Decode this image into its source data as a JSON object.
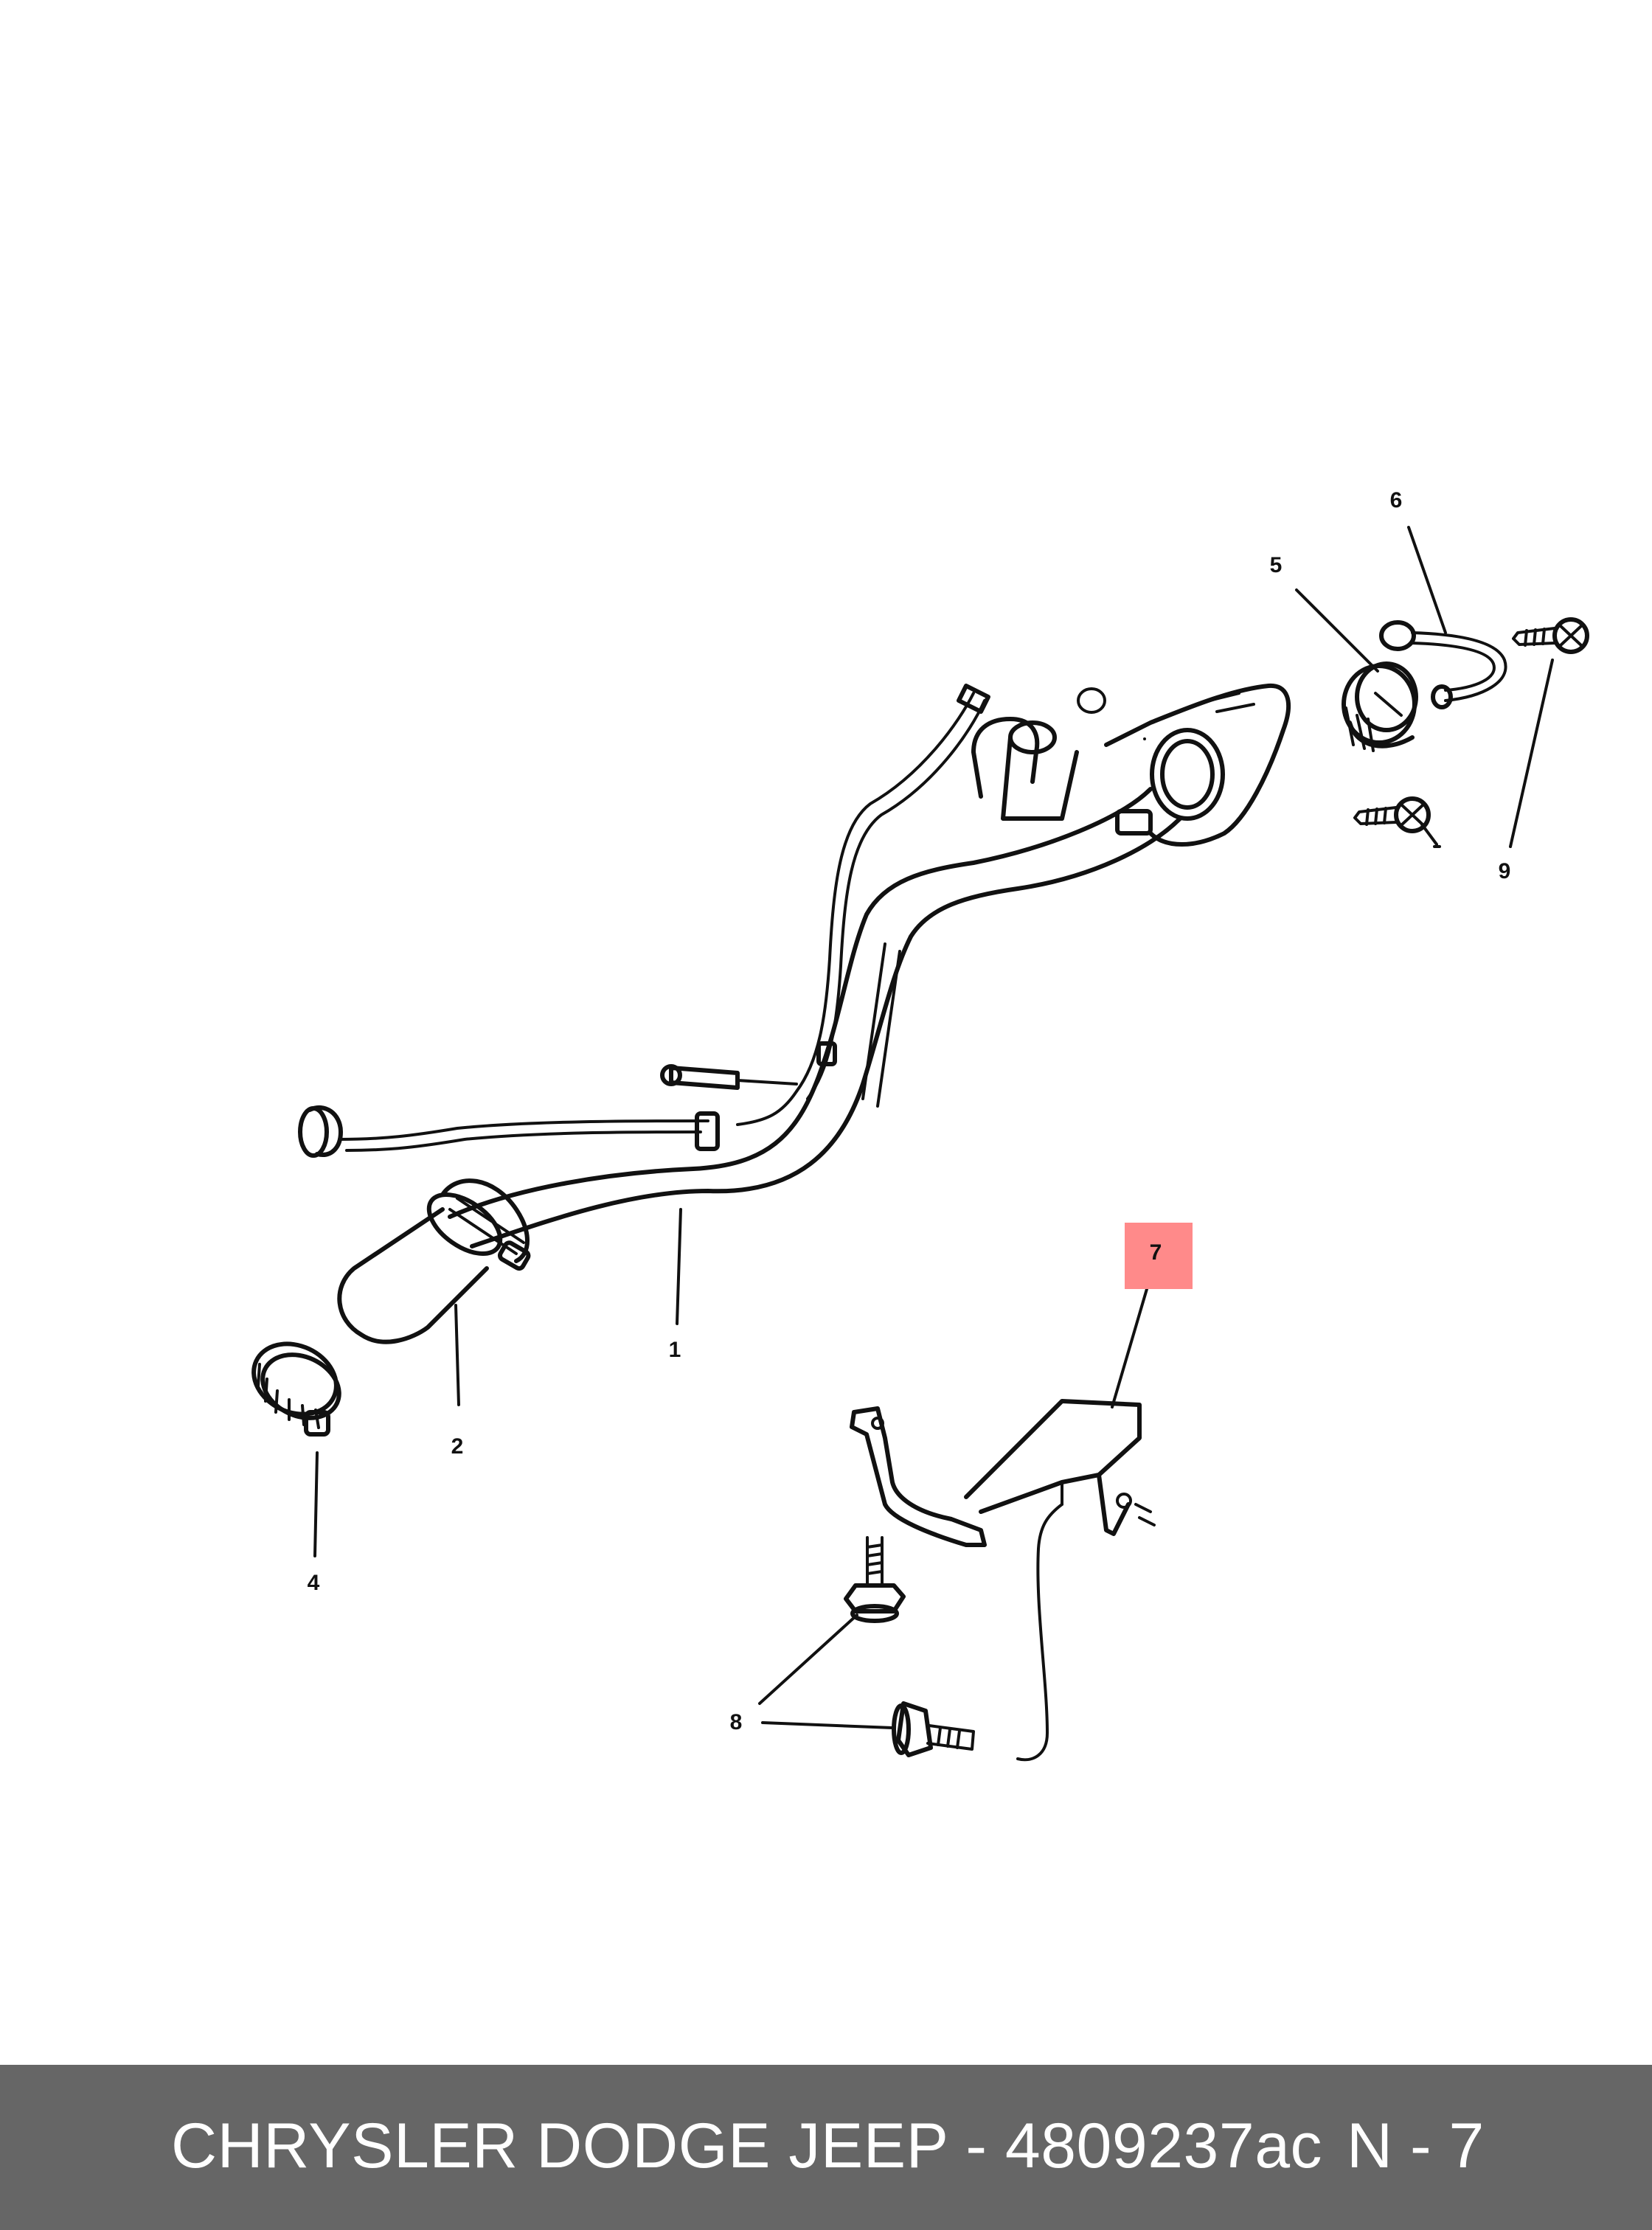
{
  "diagram": {
    "callouts": [
      "1",
      "2",
      "4",
      "5",
      "6",
      "7",
      "8",
      "9",
      "9"
    ],
    "highlight_color": "#ff8a8a"
  },
  "footer": {
    "part_text": "CHRYSLER DODGE JEEP - 4809237ac",
    "page_text": "N - 7",
    "background_color": "#666666"
  }
}
